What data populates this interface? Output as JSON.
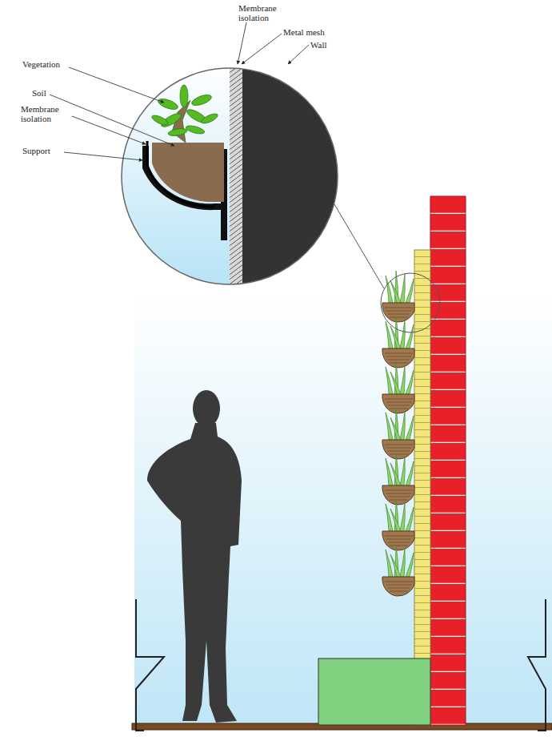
{
  "diagram": {
    "labels": [
      "Membrane isolation",
      "Metal mesh",
      "Wall",
      "Vegetation",
      "Soil",
      "Membrane isolation",
      "Support"
    ]
  }
}
